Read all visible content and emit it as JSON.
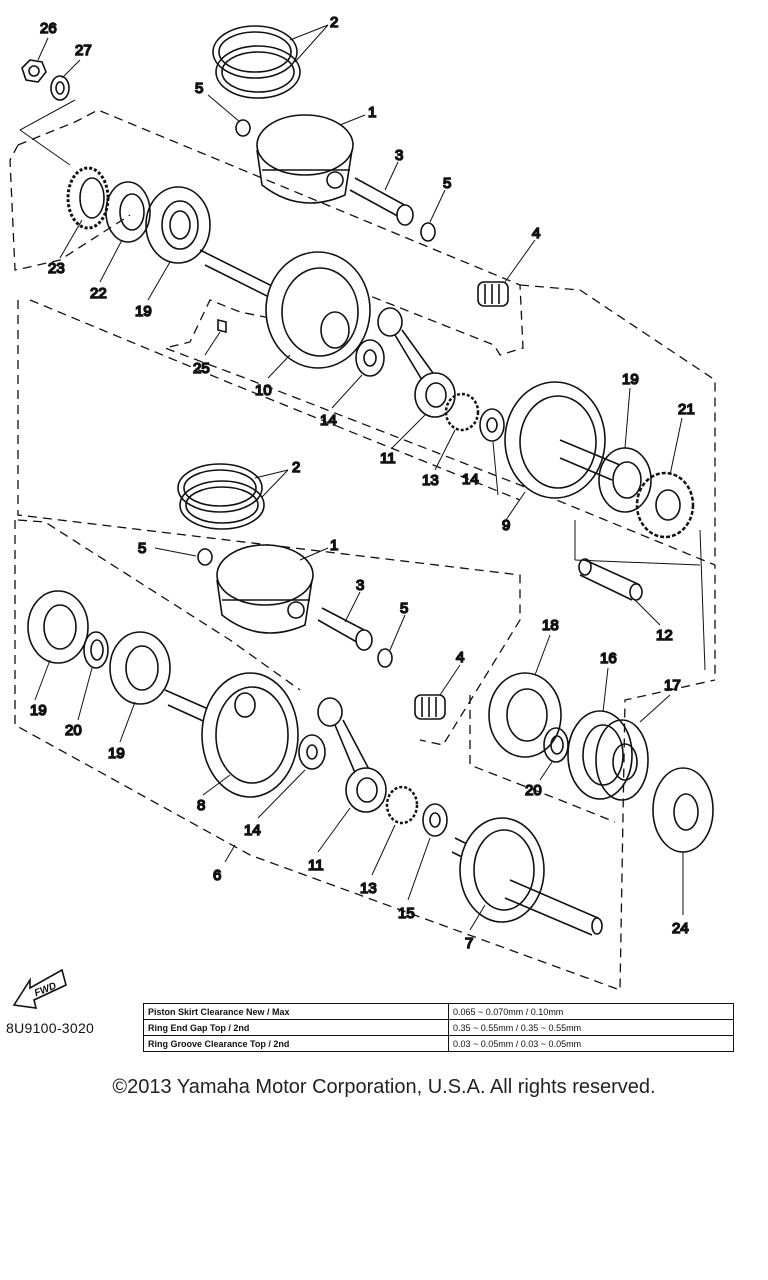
{
  "diagram": {
    "part_code": "8U9100-3020",
    "fwd_label": "FWD",
    "callouts": [
      {
        "id": "c26",
        "text": "26"
      },
      {
        "id": "c27",
        "text": "27"
      },
      {
        "id": "c2a",
        "text": "2"
      },
      {
        "id": "c5a",
        "text": "5"
      },
      {
        "id": "c1a",
        "text": "1"
      },
      {
        "id": "c3a",
        "text": "3"
      },
      {
        "id": "c5b",
        "text": "5"
      },
      {
        "id": "c4a",
        "text": "4"
      },
      {
        "id": "c23",
        "text": "23"
      },
      {
        "id": "c22",
        "text": "22"
      },
      {
        "id": "c19a",
        "text": "19"
      },
      {
        "id": "c25",
        "text": "25"
      },
      {
        "id": "c10",
        "text": "10"
      },
      {
        "id": "c14a",
        "text": "14"
      },
      {
        "id": "c11a",
        "text": "11"
      },
      {
        "id": "c13a",
        "text": "13"
      },
      {
        "id": "c14b",
        "text": "14"
      },
      {
        "id": "c9",
        "text": "9"
      },
      {
        "id": "c19b",
        "text": "19"
      },
      {
        "id": "c21",
        "text": "21"
      },
      {
        "id": "c2b",
        "text": "2"
      },
      {
        "id": "c5c",
        "text": "5"
      },
      {
        "id": "c1b",
        "text": "1"
      },
      {
        "id": "c3b",
        "text": "3"
      },
      {
        "id": "c5d",
        "text": "5"
      },
      {
        "id": "c4b",
        "text": "4"
      },
      {
        "id": "c12",
        "text": "12"
      },
      {
        "id": "c19c",
        "text": "19"
      },
      {
        "id": "c20a",
        "text": "20"
      },
      {
        "id": "c19d",
        "text": "19"
      },
      {
        "id": "c8",
        "text": "8"
      },
      {
        "id": "c14c",
        "text": "14"
      },
      {
        "id": "c6",
        "text": "6"
      },
      {
        "id": "c11b",
        "text": "11"
      },
      {
        "id": "c13b",
        "text": "13"
      },
      {
        "id": "c15",
        "text": "15"
      },
      {
        "id": "c7",
        "text": "7"
      },
      {
        "id": "c18",
        "text": "18"
      },
      {
        "id": "c16",
        "text": "16"
      },
      {
        "id": "c17",
        "text": "17"
      },
      {
        "id": "c20b",
        "text": "20"
      },
      {
        "id": "c24",
        "text": "24"
      }
    ]
  },
  "spec_table": {
    "rows": [
      {
        "label": "Piston Skirt Clearance New / Max",
        "value": "0.065 ~ 0.070mm / 0.10mm"
      },
      {
        "label": "Ring End Gap Top / 2nd",
        "value": "0.35 ~ 0.55mm / 0.35 ~ 0.55mm"
      },
      {
        "label": "Ring Groove Clearance Top / 2nd",
        "value": "0.03 ~ 0.05mm / 0.03 ~ 0.05mm"
      }
    ]
  },
  "footer": {
    "copyright": "©2013 Yamaha Motor Corporation, U.S.A. All rights reserved."
  }
}
